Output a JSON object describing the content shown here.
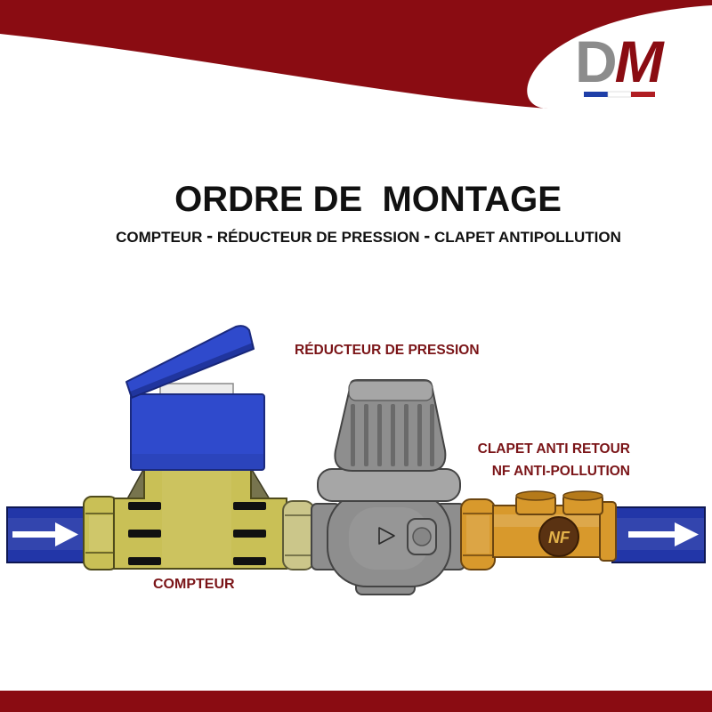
{
  "logo": {
    "letter_1": "D",
    "letter_2": "M"
  },
  "header": {
    "title": "ORDRE DE  MONTAGE",
    "subtitle": {
      "part_1": "COMPTEUR",
      "separator": "-",
      "part_2": "RÉDUCTEUR DE PRESSION",
      "part_3": "CLAPET ANTIPOLLUTION"
    }
  },
  "diagram": {
    "labels": {
      "reducer": "RÉDUCTEUR DE PRESSION",
      "check_valve_line_1": "CLAPET ANTI RETOUR",
      "check_valve_line_2": "NF ANTI-POLLUTION",
      "meter": "COMPTEUR"
    },
    "check_valve_badge": "NF"
  },
  "icons": {
    "inlet_arrow": "arrow-right-icon",
    "outlet_arrow": "arrow-right-icon",
    "reducer_direction_mark": "play-triangle-icon"
  },
  "colors": {
    "brand_red": "#8a0c12",
    "label_red": "#7a1417",
    "title": "#111111",
    "logo_gray": "#8c8c8c",
    "pipe_blue": "#2236a8",
    "lid_blue": "#2f4acc",
    "meter_yellow": "#c9c056",
    "meter_nut": "#cbc68a",
    "reducer_gray": "#8e8e8e",
    "reducer_light": "#a6a6a6",
    "brass": "#d8992c",
    "badge_brown": "#5a3212",
    "badge_text": "#e3b24a",
    "flag_blue": "#1f3fa8",
    "flag_white": "#ffffff",
    "flag_red": "#b01e23"
  }
}
